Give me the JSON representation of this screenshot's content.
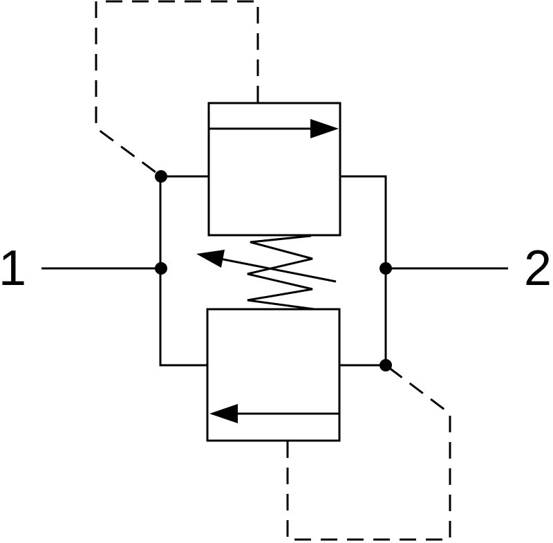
{
  "diagram": {
    "ports": [
      {
        "id": "port-1",
        "label": "1"
      },
      {
        "id": "port-2",
        "label": "2"
      }
    ],
    "colors": {
      "stroke": "#000000",
      "background": "#ffffff"
    }
  }
}
